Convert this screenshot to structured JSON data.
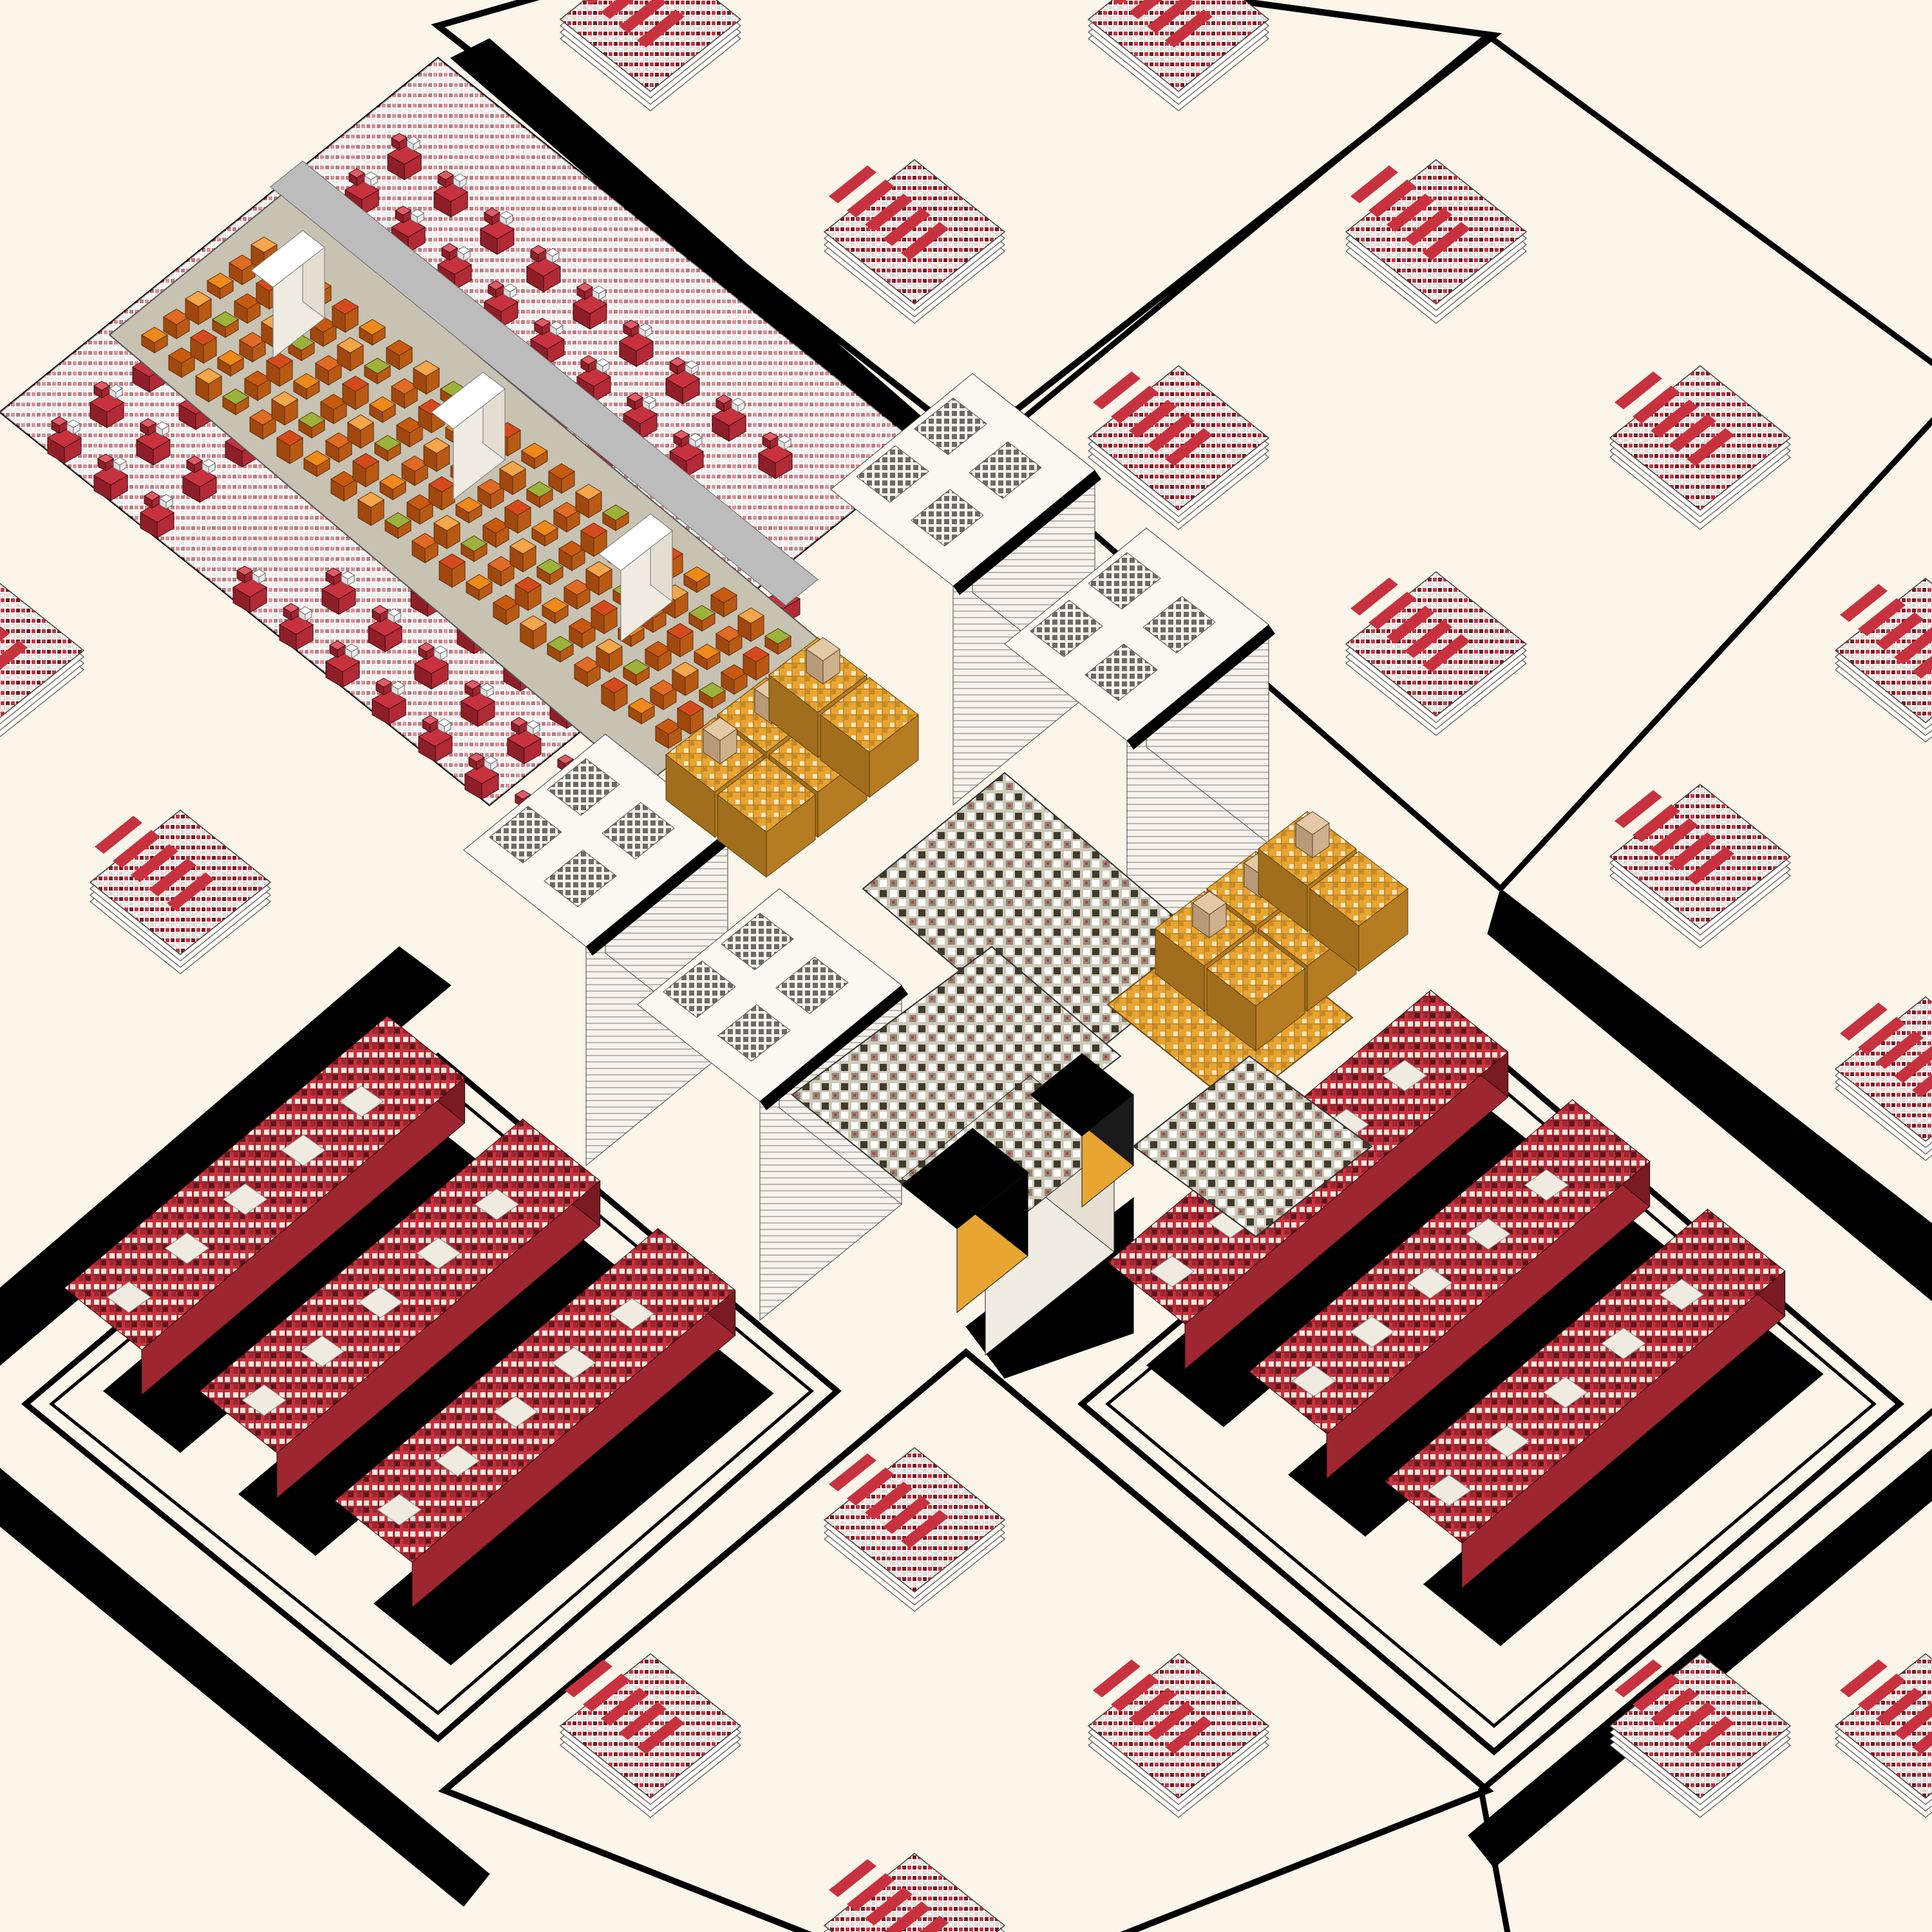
{
  "drawing": {
    "kind": "isometric-architectural-axonometric",
    "text_labels": [],
    "colors": {
      "background": "#fbf5ea",
      "ink": "#000000",
      "outline_thin": "#444444",
      "white_massing": "#f7f3ec",
      "grey_massing": "#9a9a9a",
      "red_roof": "#c8323e",
      "red_dark": "#8e1e28",
      "orange": "#ee8a1a",
      "orange_dark": "#c85a10",
      "green": "#9bb33a",
      "gold": "#e8a532",
      "gold_dark": "#a06e1c",
      "tan": "#e4c9a6",
      "stone": "#c8c2b2",
      "olive_dark": "#3f3b2f"
    },
    "zones": [
      {
        "name": "north-west-housing-grid",
        "pattern": "red-cube-clusters",
        "rows": 7,
        "cols": 11
      },
      {
        "name": "central-orange-courtyards",
        "pattern": "orange-green-blocks"
      },
      {
        "name": "central-white-towers",
        "count": 4
      },
      {
        "name": "gold-pavilion-clusters",
        "count": 2
      },
      {
        "name": "dense-market-core",
        "pattern": "mixed-stone-tiles"
      },
      {
        "name": "south-west-red-blocks",
        "count": 3
      },
      {
        "name": "south-east-red-blocks",
        "count": 3
      },
      {
        "name": "empty-cream-plots",
        "count": 8
      },
      {
        "name": "miniature-stacked-stamps",
        "count": 18
      }
    ]
  }
}
